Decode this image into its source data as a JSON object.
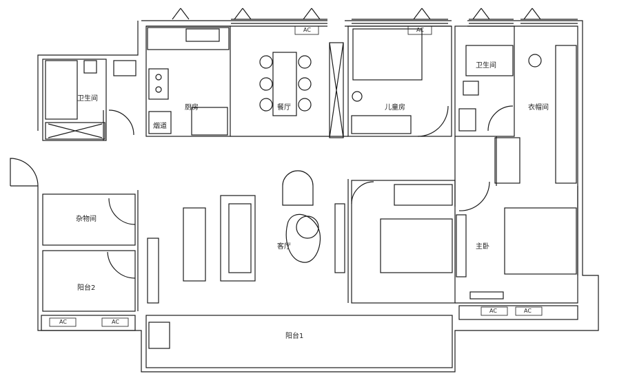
{
  "rooms": {
    "bath_left": "卫生间",
    "kitchen": "厨房",
    "flue": "烟道",
    "dining": "餐厅",
    "kids_room": "儿童房",
    "bath_right": "卫生间",
    "cloakroom": "衣帽间",
    "storage": "杂物间",
    "balcony2": "阳台2",
    "living": "客厅",
    "master": "主卧",
    "balcony1": "阳台1"
  },
  "ac_label": "AC",
  "colors": {
    "line": "#1a1a1a",
    "light": "#777777"
  }
}
